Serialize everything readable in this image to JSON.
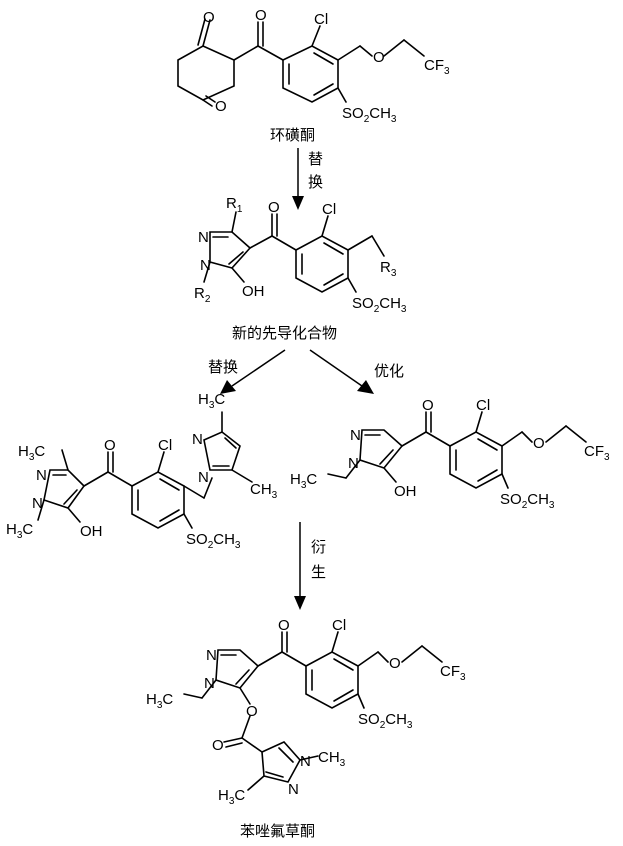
{
  "compounds": {
    "mesotrione_like": "环磺酮",
    "new_lead": "新的先导化合物",
    "final_product": "苯唑氟草酮"
  },
  "steps": {
    "step1": [
      "替",
      "换"
    ],
    "step2_left": "替换",
    "step2_right": "优化",
    "step3": [
      "衍",
      "生"
    ]
  },
  "atom_labels": {
    "O": "O",
    "Cl": "Cl",
    "CF3": "CF",
    "CF3_sub": "3",
    "SO2CH3_a": "SO",
    "SO2CH3_sub": "2",
    "SO2CH3_b": "CH",
    "SO2CH3_sub2": "3",
    "N": "N",
    "OH": "OH",
    "R": "R",
    "R1_sub": "1",
    "R2_sub": "2",
    "R3_sub": "3",
    "H3C_a": "H",
    "H3C_sub": "3",
    "H3C_b": "C",
    "CH3_a": "CH",
    "CH3_sub": "3"
  }
}
